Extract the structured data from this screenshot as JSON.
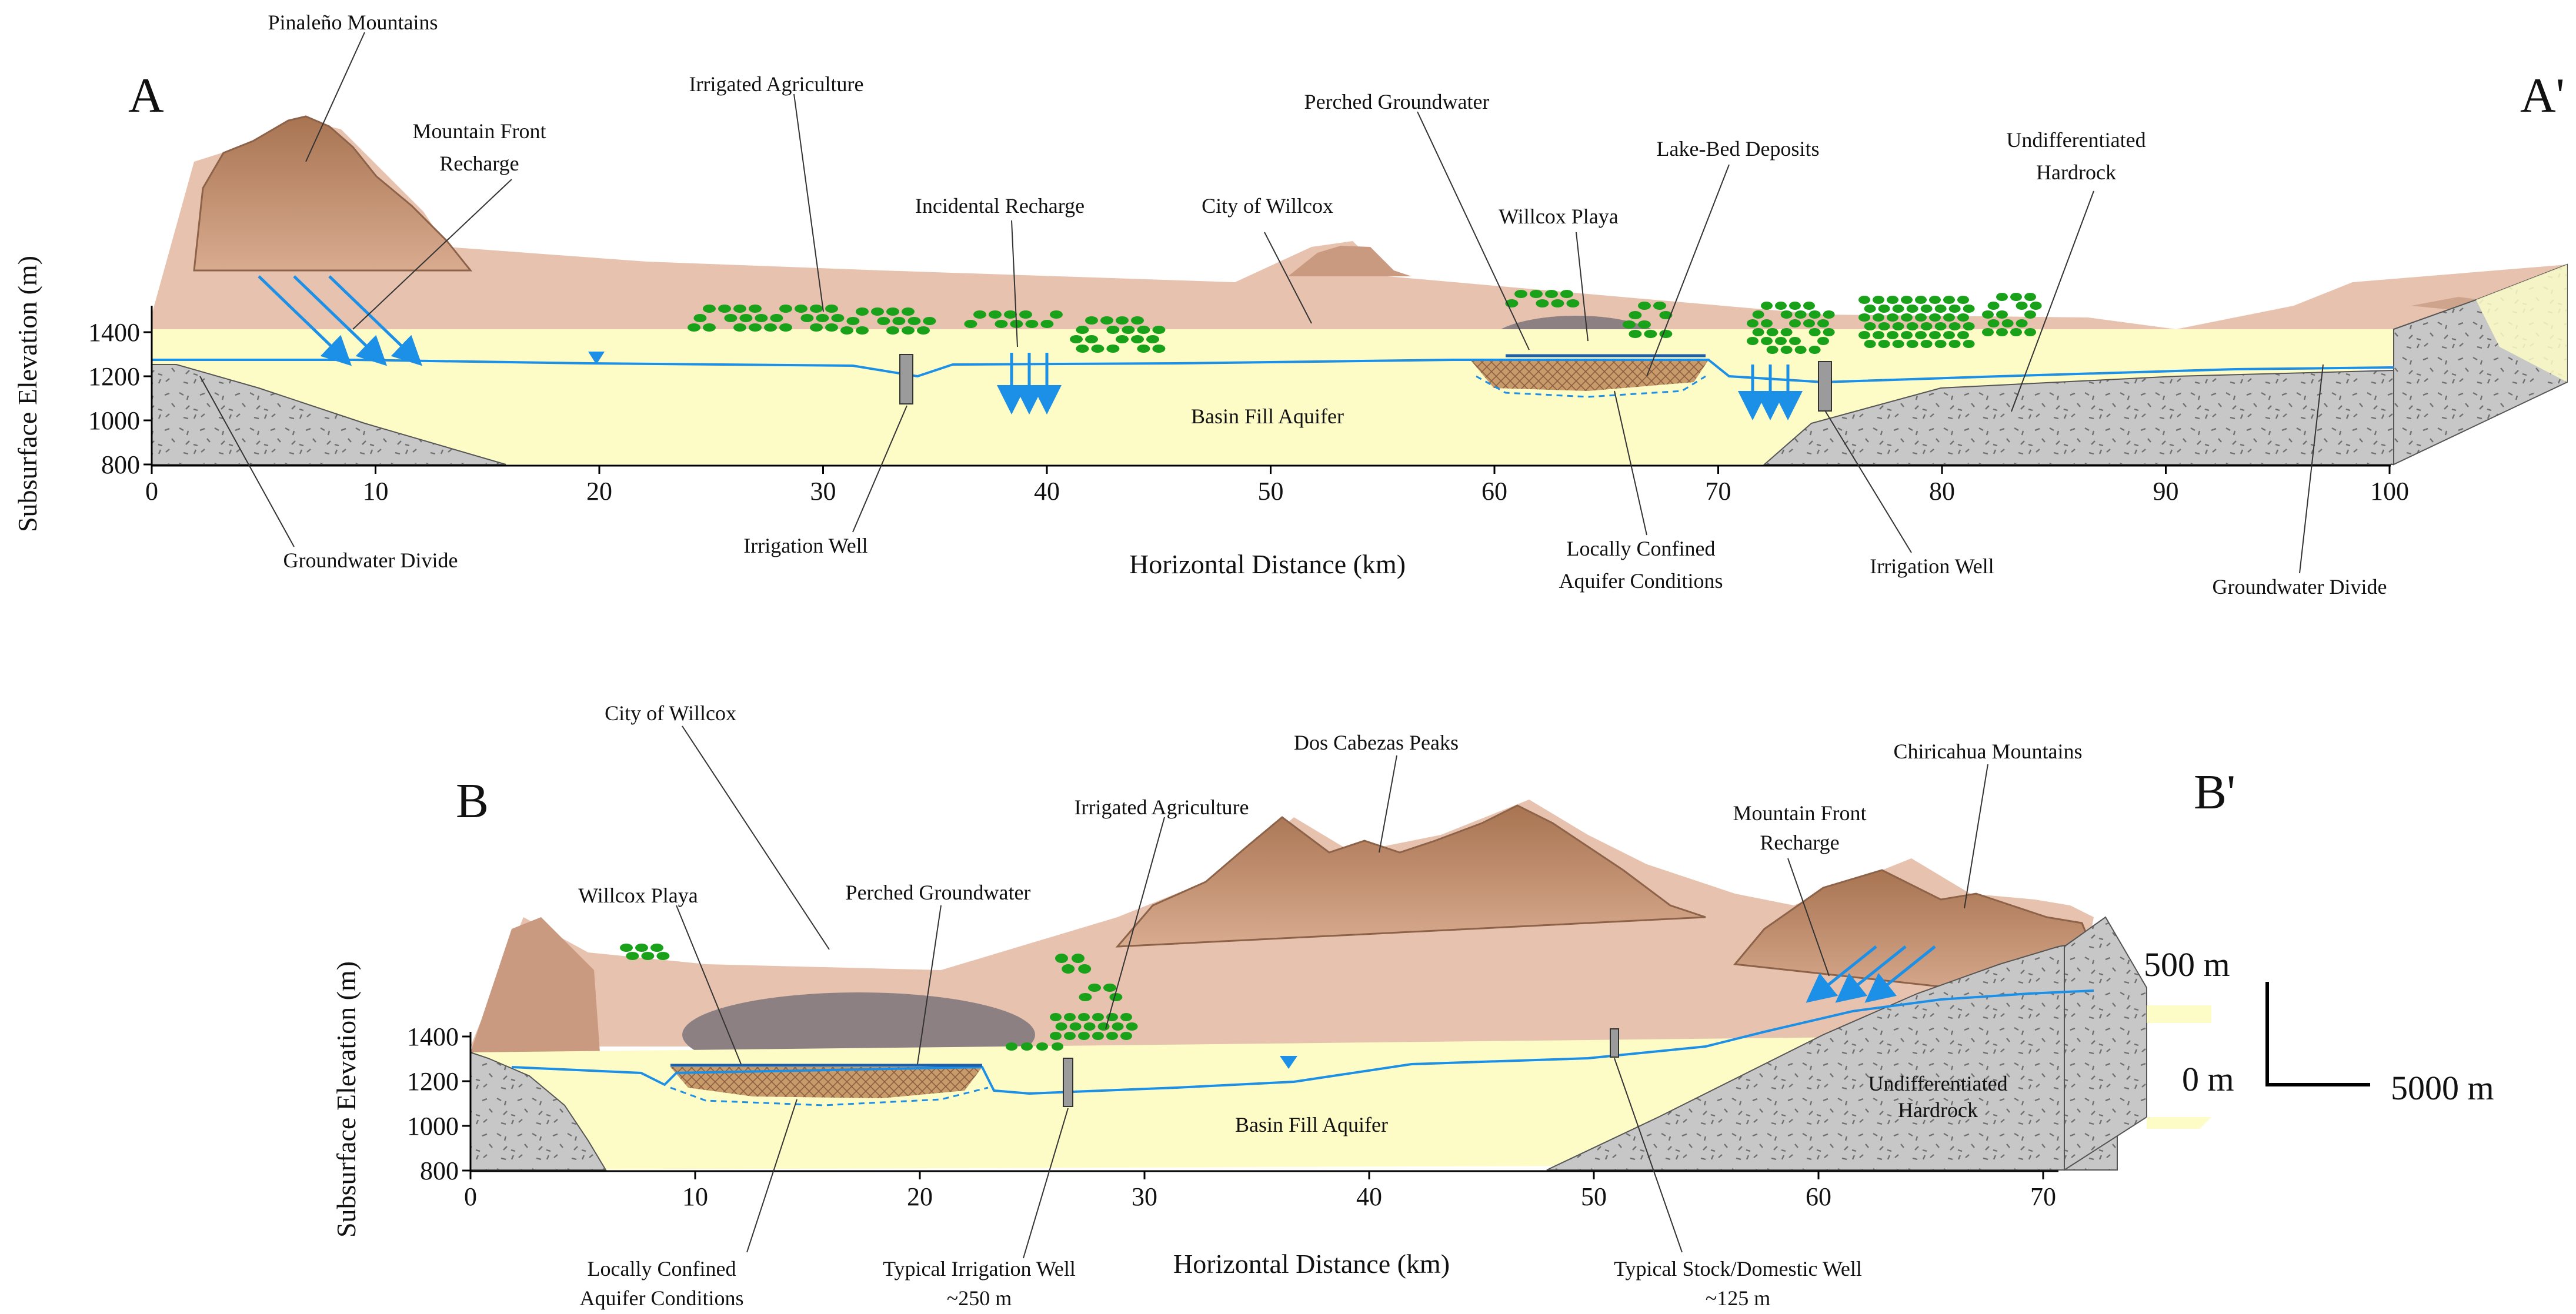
{
  "colors": {
    "mountain": "#b98a6a",
    "mountain_dark": "#8c6248",
    "surface": "#e7c2ae",
    "playa": "#8d8083",
    "basin_fill": "#fdfbc6",
    "hardrock": "#c7c7c7",
    "water_table": "#1c8fe6",
    "agriculture": "#1aa11a",
    "lake_bed": "#c99a6a"
  },
  "section_a": {
    "label_left": "A",
    "label_right": "A'",
    "y_axis_title": "Subsurface Elevation (m)",
    "x_axis_title": "Horizontal Distance (km)",
    "y_ticks": [
      "1400",
      "1200",
      "1000",
      "800"
    ],
    "x_ticks": [
      "0",
      "10",
      "20",
      "30",
      "40",
      "50",
      "60",
      "70",
      "80",
      "90",
      "100"
    ],
    "aquifer_label": "Basin Fill Aquifer",
    "callouts": {
      "pinaleno": "Pinaleño Mountains",
      "mfr_line1": "Mountain Front",
      "mfr_line2": "Recharge",
      "irrigated_ag": "Irrigated Agriculture",
      "incidental": "Incidental Recharge",
      "willcox_city": "City of Willcox",
      "perched": "Perched Groundwater",
      "playa": "Willcox Playa",
      "lakebed": "Lake-Bed Deposits",
      "hardrock_line1": "Undifferentiated",
      "hardrock_line2": "Hardrock",
      "gw_divide_left": "Groundwater Divide",
      "well_left": "Irrigation Well",
      "confined_line1": "Locally Confined",
      "confined_line2": "Aquifer Conditions",
      "well_right": "Irrigation Well",
      "gw_divide_right": "Groundwater Divide"
    }
  },
  "section_b": {
    "label_left": "B",
    "label_right": "B'",
    "y_axis_title": "Subsurface Elevation (m)",
    "x_axis_title": "Horizontal Distance (km)",
    "y_ticks": [
      "1400",
      "1200",
      "1000",
      "800"
    ],
    "x_ticks": [
      "0",
      "10",
      "20",
      "30",
      "40",
      "50",
      "60",
      "70"
    ],
    "aquifer_label": "Basin Fill Aquifer",
    "hardrock_line1": "Undifferentiated",
    "hardrock_line2": "Hardrock",
    "callouts": {
      "willcox_city": "City of Willcox",
      "dos_cabezas": "Dos Cabezas Peaks",
      "chiricahua": "Chiricahua Mountains",
      "irrigated_ag": "Irrigated Agriculture",
      "playa": "Willcox Playa",
      "perched": "Perched Groundwater",
      "mfr_line1": "Mountain Front",
      "mfr_line2": "Recharge",
      "confined_line1": "Locally Confined",
      "confined_line2": "Aquifer Conditions",
      "irr_well_line1": "Typical Irrigation Well",
      "irr_well_line2": "~250 m",
      "stock_well_line1": "Typical Stock/Domestic Well",
      "stock_well_line2": "~125 m"
    }
  },
  "scale_bar": {
    "vertical": "500 m",
    "zero": "0 m",
    "horizontal": "5000 m"
  }
}
